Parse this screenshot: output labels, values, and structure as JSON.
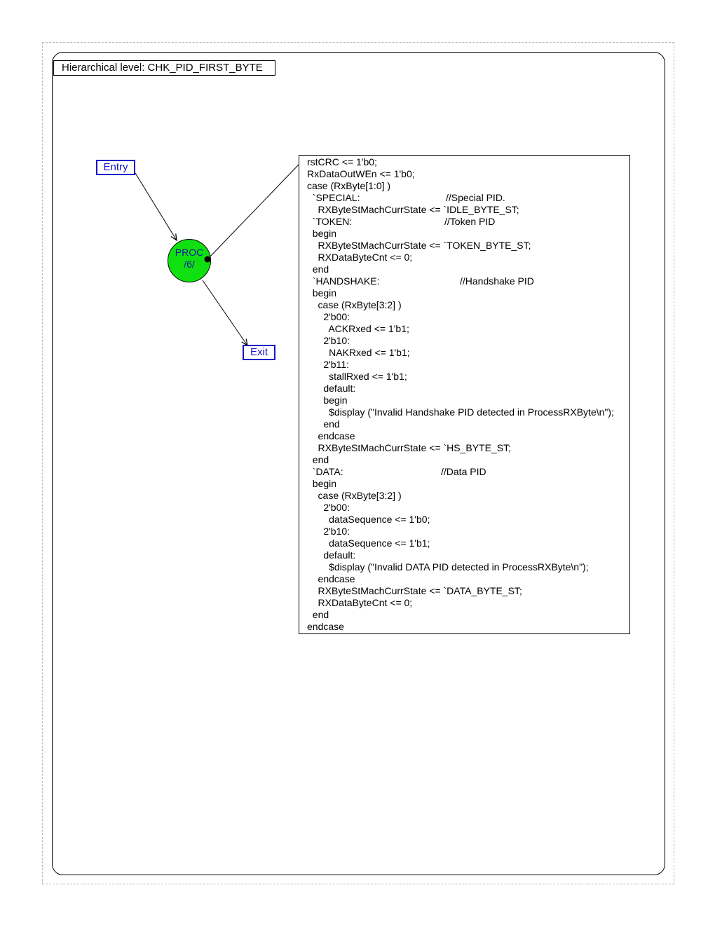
{
  "diagram": {
    "level_title": "Hierarchical level: CHK_PID_FIRST_BYTE",
    "entry_label": "Entry",
    "exit_label": "Exit",
    "state": {
      "name": "PROC",
      "index": "/6/",
      "color": "#10e010"
    },
    "accent_color": "#1515c8",
    "code": {
      "lines": [
        "rstCRC <= 1'b0;",
        "RxDataOutWEn <= 1'b0;",
        "case (RxByte[1:0] )",
        "  `SPECIAL:",
        "    RXByteStMachCurrState <= `IDLE_BYTE_ST;",
        "  `TOKEN:",
        "  begin",
        "    RXByteStMachCurrState <= `TOKEN_BYTE_ST;",
        "    RXDataByteCnt <= 0;",
        "  end",
        "  `HANDSHAKE:",
        "  begin",
        "    case (RxByte[3:2] )",
        "      2'b00:",
        "        ACKRxed <= 1'b1;",
        "      2'b10:",
        "        NAKRxed <= 1'b1;",
        "      2'b11:",
        "        stallRxed <= 1'b1;",
        "      default:",
        "      begin",
        "        $display (\"Invalid Handshake PID detected in ProcessRXByte\\n\");",
        "      end",
        "    endcase",
        "    RXByteStMachCurrState <= `HS_BYTE_ST;",
        "  end",
        "  `DATA:",
        "  begin",
        "    case (RxByte[3:2] )",
        "      2'b00:",
        "        dataSequence <= 1'b0;",
        "      2'b10:",
        "        dataSequence <= 1'b1;",
        "      default:",
        "        $display (\"Invalid DATA PID detected in ProcessRXByte\\n\");",
        "    endcase",
        "    RXByteStMachCurrState <= `DATA_BYTE_ST;",
        "    RXDataByteCnt <= 0;",
        "  end",
        "endcase"
      ],
      "comments": [
        {
          "line": 3,
          "text": "//Special PID."
        },
        {
          "line": 5,
          "text": "//Token PID"
        },
        {
          "line": 10,
          "text": "//Handshake PID"
        },
        {
          "line": 26,
          "text": "//Data PID"
        }
      ]
    }
  }
}
